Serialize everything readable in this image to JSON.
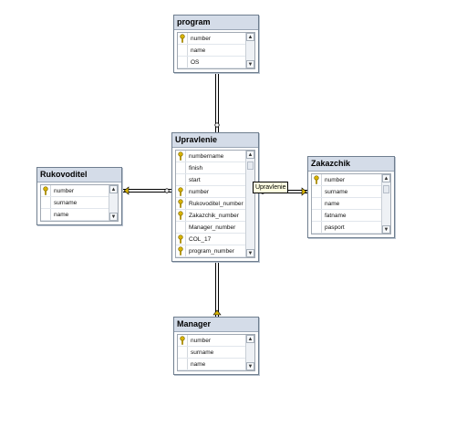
{
  "tables": {
    "program": {
      "title": "program",
      "columns": [
        {
          "name": "number",
          "key": true
        },
        {
          "name": "name",
          "key": false
        },
        {
          "name": "OS",
          "key": false
        }
      ]
    },
    "upravlenie": {
      "title": "Upravlenie",
      "columns": [
        {
          "name": "numbername",
          "key": true
        },
        {
          "name": "finish",
          "key": false
        },
        {
          "name": "start",
          "key": false
        },
        {
          "name": "number",
          "key": true
        },
        {
          "name": "Rukovoditel_number",
          "key": true
        },
        {
          "name": "Zakazchik_number",
          "key": true
        },
        {
          "name": "Manager_number",
          "key": false
        },
        {
          "name": "COL_17",
          "key": true
        },
        {
          "name": "program_number",
          "key": true
        }
      ]
    },
    "rukovoditel": {
      "title": "Rukovoditel",
      "columns": [
        {
          "name": "number",
          "key": true
        },
        {
          "name": "surname",
          "key": false
        },
        {
          "name": "name",
          "key": false
        }
      ]
    },
    "zakazchik": {
      "title": "Zakazchik",
      "columns": [
        {
          "name": "number",
          "key": true
        },
        {
          "name": "surname",
          "key": false
        },
        {
          "name": "name",
          "key": false
        },
        {
          "name": "fatname",
          "key": false
        },
        {
          "name": "pasport",
          "key": false
        }
      ]
    },
    "manager": {
      "title": "Manager",
      "columns": [
        {
          "name": "number",
          "key": true
        },
        {
          "name": "surname",
          "key": false
        },
        {
          "name": "name",
          "key": false
        }
      ]
    }
  },
  "tooltip": "Upravlenie",
  "colors": {
    "key": "#d9b400",
    "line": "#000000",
    "header": "#d4dce8"
  }
}
